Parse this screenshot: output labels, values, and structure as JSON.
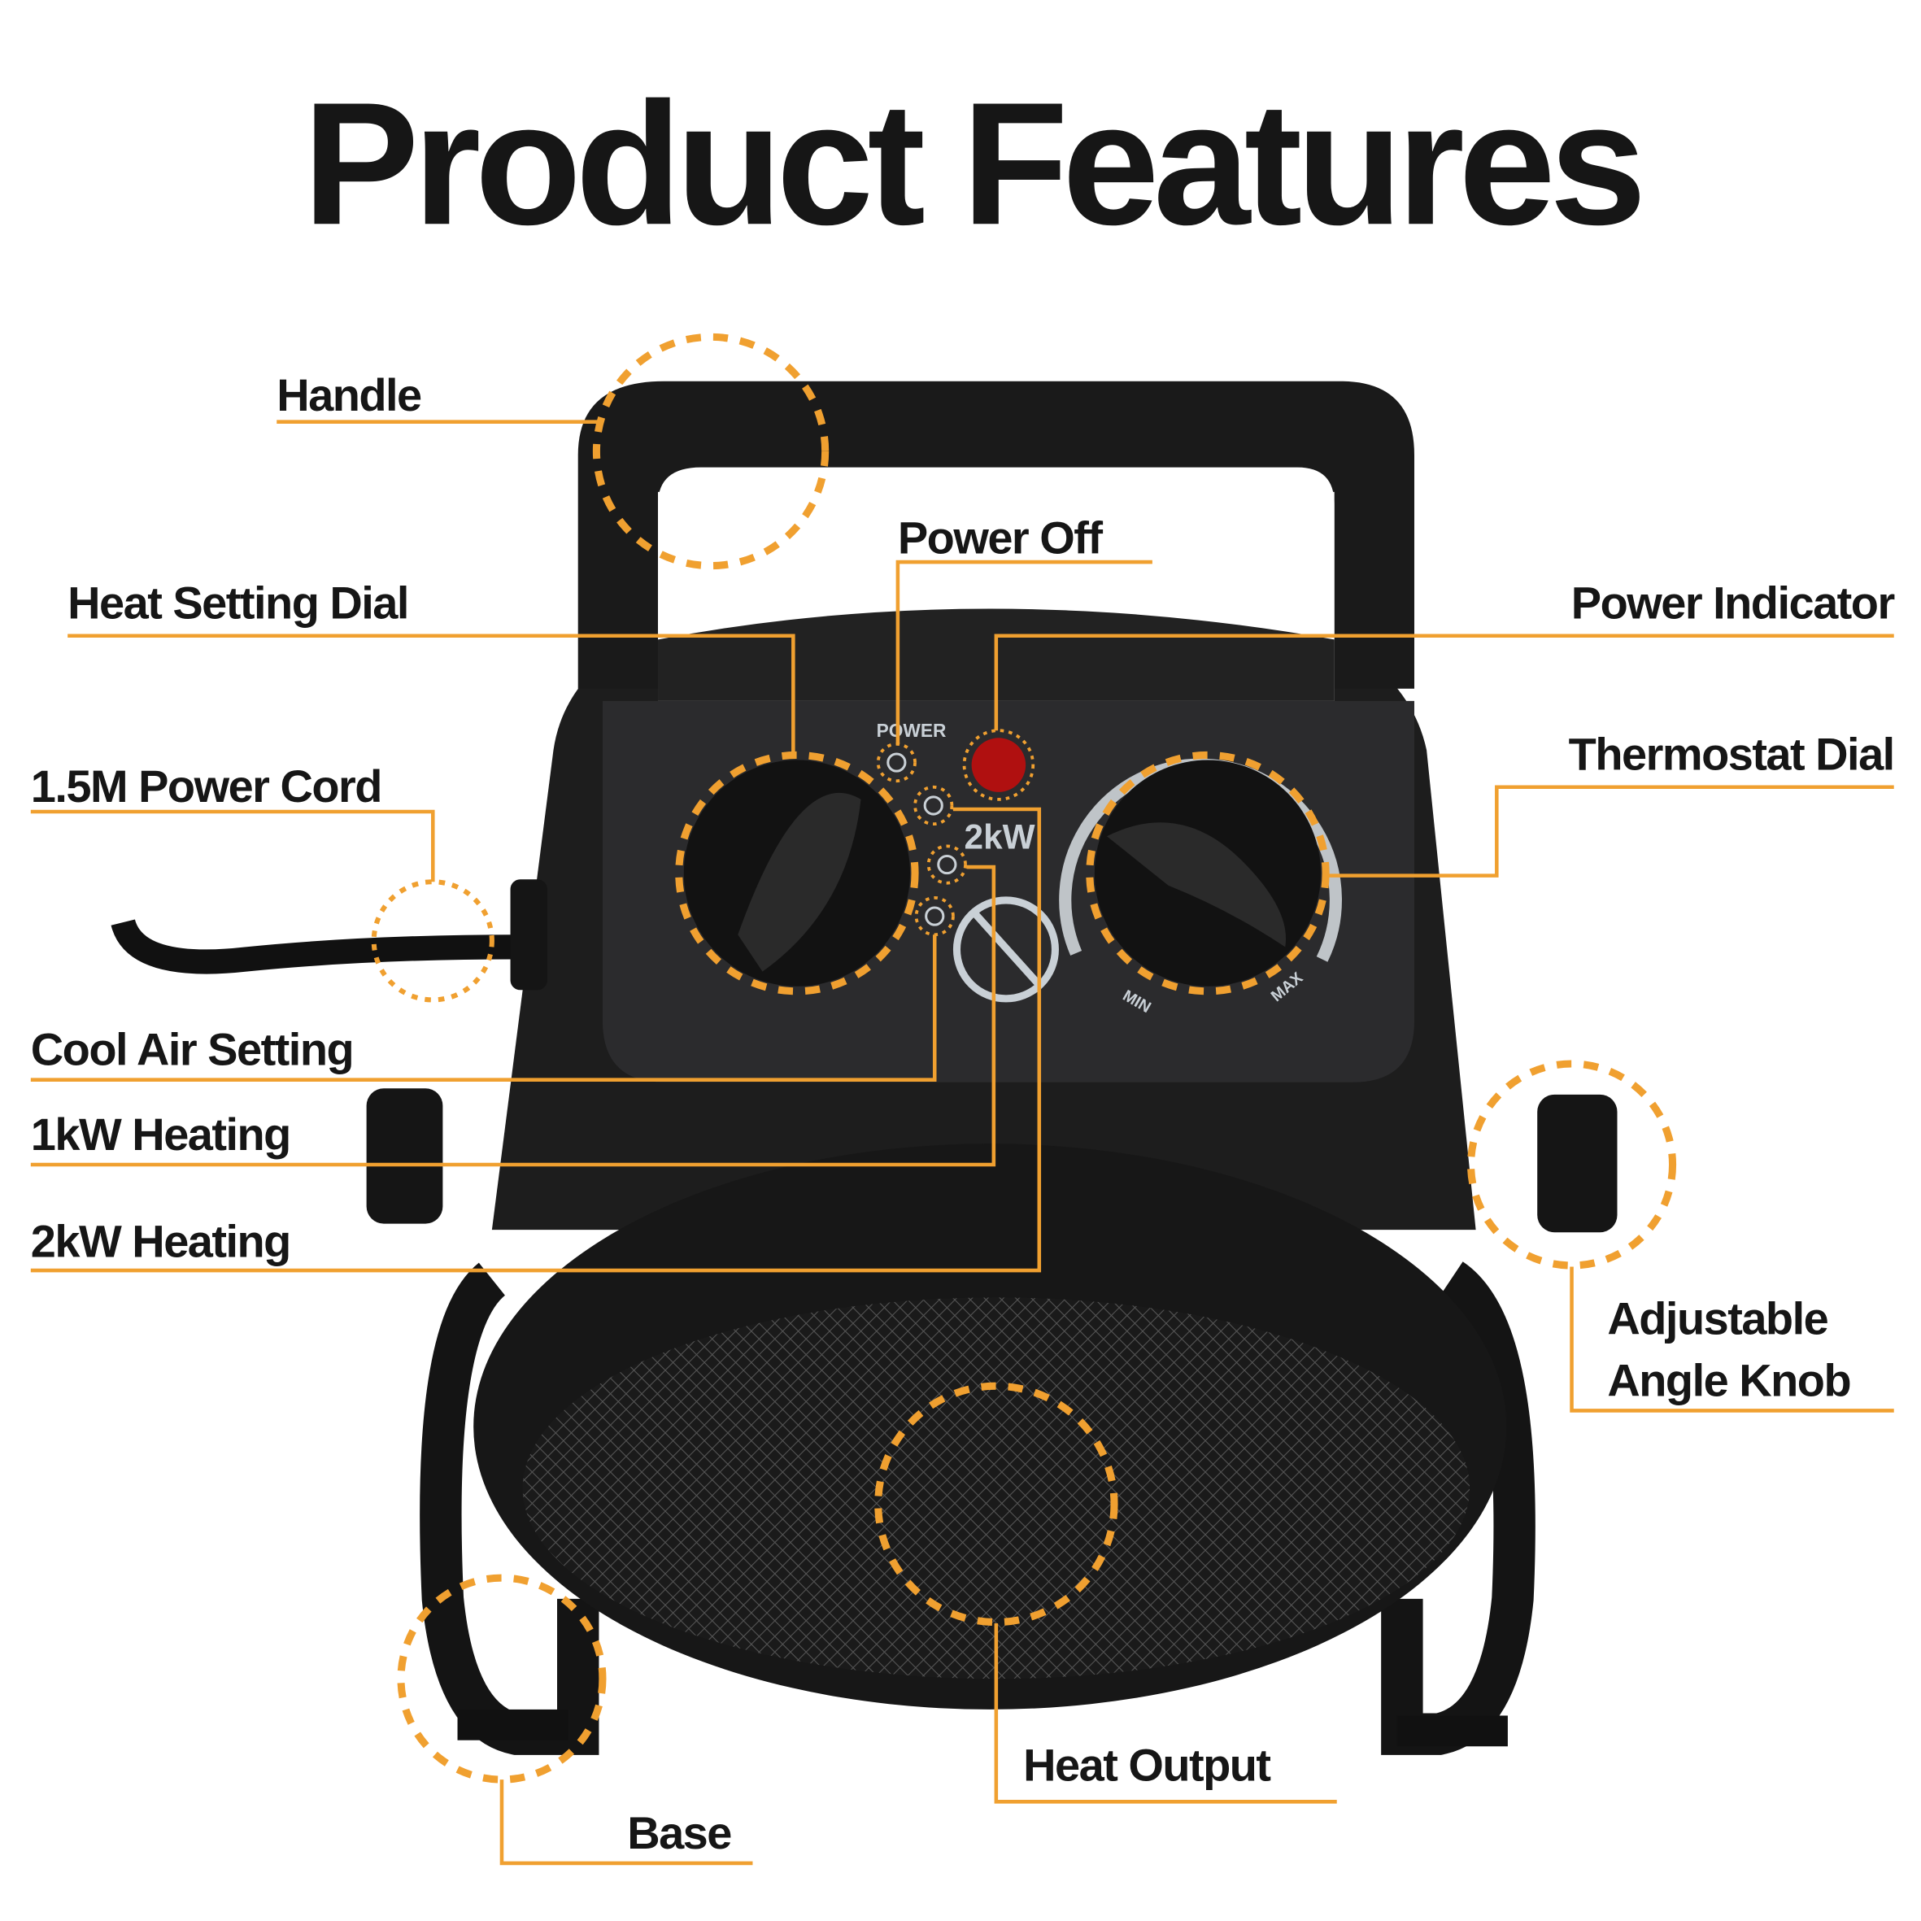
{
  "title": "Product Features",
  "colors": {
    "accent": "#f0a030",
    "text": "#161616",
    "heater": "#1b1b1b",
    "led": "#b01010"
  },
  "features": {
    "handle": "Handle",
    "power_off": "Power Off",
    "heat_setting_dial": "Heat Setting Dial",
    "power_indicator": "Power Indicator",
    "thermostat_dial": "Thermostat Dial",
    "power_cord": "1.5M Power Cord",
    "cool_air": "Cool Air Setting",
    "heat_1kw": "1kW Heating",
    "heat_2kw": "2kW Heating",
    "angle_knob_line1": "Adjustable",
    "angle_knob_line2": "Angle Knob",
    "heat_output": "Heat Output",
    "base": "Base"
  },
  "panel": {
    "power": "POWER",
    "rating": "2kW",
    "min": "MIN",
    "max": "MAX"
  }
}
